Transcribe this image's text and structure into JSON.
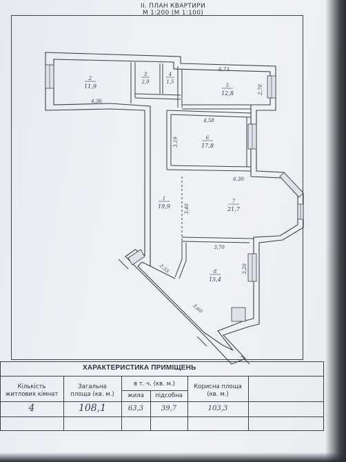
{
  "header": {
    "title": "II. ПЛАН КВАРТИРИ",
    "scale": "М 1:200 (М 1:100)"
  },
  "rooms": [
    {
      "num": "2",
      "area": "11,9"
    },
    {
      "num": "3",
      "area": "2,9"
    },
    {
      "num": "4",
      "area": "1,5"
    },
    {
      "num": "5",
      "area": "12,8"
    },
    {
      "num": "6",
      "area": "17,8"
    },
    {
      "num": "1",
      "area": "19,9"
    },
    {
      "num": "7",
      "area": "21,7"
    },
    {
      "num": "8",
      "area": "15,4"
    }
  ],
  "dimensions": {
    "d1": "4,36",
    "d2": "6,73",
    "d3": "2,70",
    "d4": "4,58",
    "d5": "3,19",
    "d6": "6,30",
    "d7": "3,40",
    "d8": "3,70",
    "d9": "3,20",
    "d10": "2,55",
    "d11": "3,60"
  },
  "table": {
    "title": "ХАРАКТЕРИСТИКА ПРИМІЩЕНЬ",
    "col1_header_line1": "Кількість",
    "col1_header_line2": "житлових кімнат",
    "col2_header_line1": "Загальна",
    "col2_header_line2": "площа (кв. м.)",
    "col3_header": "в т. ч. (кв. м.)",
    "col3a_header": "жила",
    "col3b_header": "підсобна",
    "col4_header_line1": "Корисна площа",
    "col4_header_line2": "(кв. м.)",
    "rooms_count": "4",
    "total_area": "108,1",
    "living_area": "63,3",
    "aux_area": "39,7",
    "useful_area": "103,3"
  }
}
